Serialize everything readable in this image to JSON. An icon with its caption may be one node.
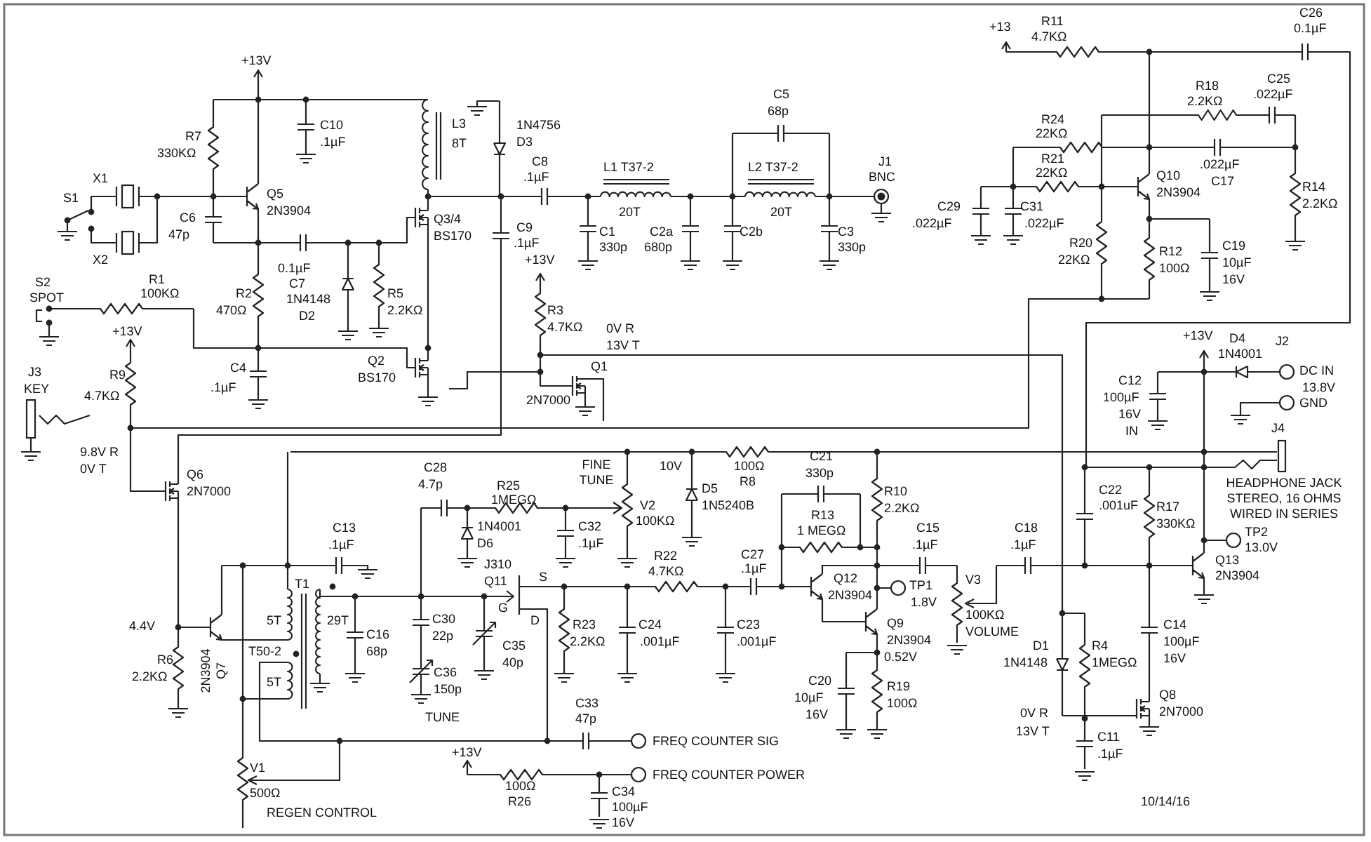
{
  "diagram": {
    "labels": [
      "+13V",
      "C10",
      ".1µF",
      "L3",
      "8T",
      "R7",
      "330KΩ",
      "X1",
      "S1",
      "Q5",
      "2N3904",
      "C6",
      "47p",
      "X2",
      "Q3/4",
      "BS170",
      "0.1µF",
      "C7",
      "S2",
      "SPOT",
      "R1",
      "100KΩ",
      "R2",
      "470Ω",
      "1N4148",
      "D2",
      "R5",
      "2.2KΩ",
      "+13V",
      "R9",
      "4.7KΩ",
      "J3",
      "KEY",
      "C4",
      ".1µF",
      "Q2",
      "BS170",
      "1N4756",
      "D3",
      "C8",
      ".1µF",
      "L1 T37-2",
      "20T",
      "C5",
      "68p",
      "L2 T37-2",
      "20T",
      "J1",
      "BNC",
      "C9",
      ".1µF",
      "C1",
      "330p",
      "C2a",
      "680p",
      "C2b",
      "C3",
      "330p",
      "+13V",
      "R3",
      "4.7KΩ",
      "0V R",
      "13V T",
      "Q1",
      "2N7000",
      "+13",
      "R11",
      "4.7KΩ",
      "C26",
      "0.1µF",
      "C25",
      ".022µF",
      "R18",
      "2.2KΩ",
      "R24",
      "22KΩ",
      "R21",
      "22KΩ",
      "Q10",
      "2N3904",
      ".022µF",
      "C17",
      "R14",
      "2.2KΩ",
      "C29",
      ".022µF",
      "C31",
      ".022µF",
      "R20",
      "22KΩ",
      "R12",
      "100Ω",
      "C19",
      "10µF",
      "16V",
      "+13V",
      "D4",
      "1N4001",
      "J2",
      "DC IN",
      "13.8V",
      "C12",
      "100µF",
      "16V",
      "GND",
      "IN",
      "J4",
      "9.8V R",
      "0V T",
      "Q6",
      "2N7000",
      "C28",
      "4.7p",
      "C13",
      ".1µF",
      "T1",
      "4.4V",
      "5T",
      "29T",
      "2N3904",
      "Q7",
      "C30",
      "22p",
      "C16",
      "68p",
      "T50-2",
      "R6",
      "2.2KΩ",
      "5T",
      "C36",
      "150p",
      "TUNE",
      "V1",
      "500Ω",
      "REGEN CONTROL",
      "FINE TUNE",
      "10V",
      "100Ω",
      "R8",
      "C21",
      "330p",
      "R25",
      "1MEGΩ",
      "V2",
      "100KΩ",
      "D5",
      "1N5240B",
      "R10",
      "2.2KΩ",
      "1N4001",
      "D6",
      "C32",
      ".1µF",
      "R13",
      "1 MEGΩ",
      "J310",
      "Q11",
      "S",
      "G",
      "D",
      "C27",
      ".1µF",
      "R22",
      "4.7KΩ",
      "Q12",
      "2N3904",
      "C15",
      ".1µF",
      "TP1",
      "1.8V",
      "R23",
      "2.2KΩ",
      "C24",
      ".001µF",
      "C23",
      ".001µF",
      "Q9",
      "2N3904",
      "C35",
      "40p",
      "0.52V",
      "C20",
      "10µF",
      "16V",
      "R19",
      "100Ω",
      "C33",
      "47p",
      "FREQ COUNTER SIG",
      "+13V",
      "100Ω",
      "R26",
      "C34",
      "100µF",
      "16V",
      "FREQ COUNTER POWER",
      "C18",
      ".1µF",
      "C22",
      ".001uF",
      "R17",
      "330KΩ",
      "HEADPHONE JACK STEREO, 16 OHMS WIRED IN SERIES",
      "TP2",
      "13.0V",
      "Q13",
      "2N3904",
      "V3",
      "100KΩ",
      "VOLUME",
      "D1",
      "1N4148",
      "R4",
      "1MEGΩ",
      "C14",
      "100µF",
      "16V",
      "Q8",
      "2N7000",
      "0V R",
      "13V T",
      "C11",
      ".1µF",
      "10/14/16"
    ]
  }
}
